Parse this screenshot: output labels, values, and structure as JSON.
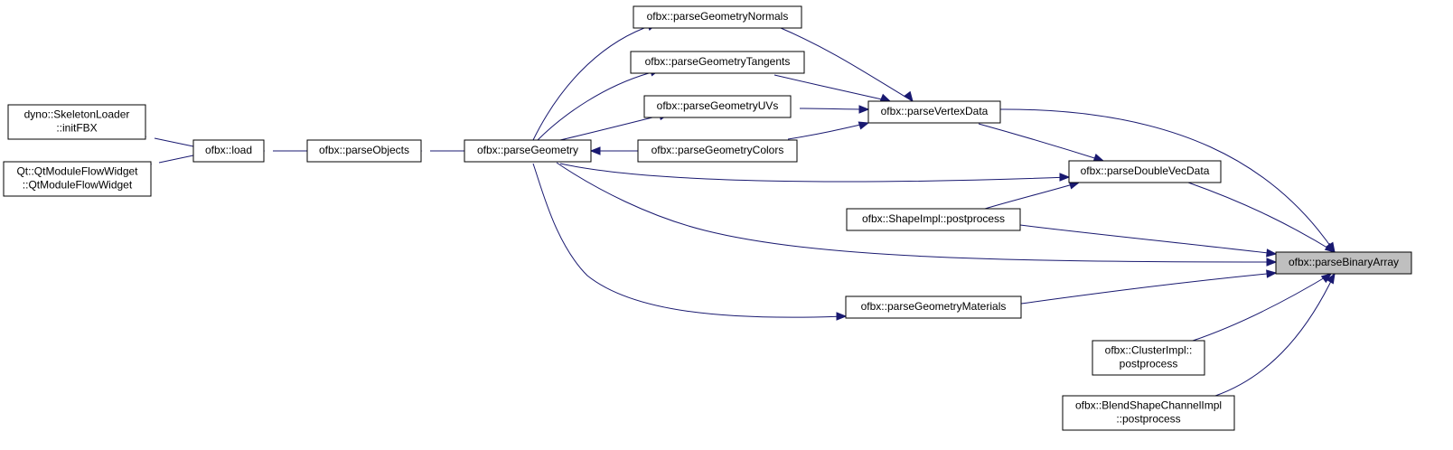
{
  "graph": {
    "focus_node": "ofbx::parseBinaryArray",
    "colors": {
      "edge": "#191970",
      "node_border": "#000000",
      "node_fill": "#ffffff",
      "focus_fill": "#bfbfbf"
    },
    "nodes": [
      {
        "id": "skeletonloader",
        "lines": [
          "dyno::SkeletonLoader",
          "::initFBX"
        ]
      },
      {
        "id": "qtmoduleflowwidget",
        "lines": [
          "Qt::QtModuleFlowWidget",
          "::QtModuleFlowWidget"
        ]
      },
      {
        "id": "load",
        "lines": [
          "ofbx::load"
        ]
      },
      {
        "id": "parseobjects",
        "lines": [
          "ofbx::parseObjects"
        ]
      },
      {
        "id": "parsegeometry",
        "lines": [
          "ofbx::parseGeometry"
        ]
      },
      {
        "id": "parsegeometrynormals",
        "lines": [
          "ofbx::parseGeometryNormals"
        ]
      },
      {
        "id": "parsegeometrytangents",
        "lines": [
          "ofbx::parseGeometryTangents"
        ]
      },
      {
        "id": "parsegeometryuvs",
        "lines": [
          "ofbx::parseGeometryUVs"
        ]
      },
      {
        "id": "parsegeometrycolors",
        "lines": [
          "ofbx::parseGeometryColors"
        ]
      },
      {
        "id": "parsevertexdata",
        "lines": [
          "ofbx::parseVertexData"
        ]
      },
      {
        "id": "parsedoublevecdata",
        "lines": [
          "ofbx::parseDoubleVecData"
        ]
      },
      {
        "id": "shapeimpl",
        "lines": [
          "ofbx::ShapeImpl::postprocess"
        ]
      },
      {
        "id": "parsegeometrymaterials",
        "lines": [
          "ofbx::parseGeometryMaterials"
        ]
      },
      {
        "id": "parsebinaryarray",
        "lines": [
          "ofbx::parseBinaryArray"
        ]
      },
      {
        "id": "clusterimpl",
        "lines": [
          "ofbx::ClusterImpl::",
          "postprocess"
        ]
      },
      {
        "id": "blendshapechannelimpl",
        "lines": [
          "ofbx::BlendShapeChannelImpl",
          "::postprocess"
        ]
      }
    ],
    "edges": [
      {
        "from": "load",
        "to": "skeletonloader"
      },
      {
        "from": "load",
        "to": "qtmoduleflowwidget"
      },
      {
        "from": "parseobjects",
        "to": "load"
      },
      {
        "from": "parsegeometry",
        "to": "parseobjects"
      },
      {
        "from": "parsegeometrynormals",
        "to": "parsegeometry"
      },
      {
        "from": "parsegeometrytangents",
        "to": "parsegeometry"
      },
      {
        "from": "parsegeometryuvs",
        "to": "parsegeometry"
      },
      {
        "from": "parsegeometrycolors",
        "to": "parsegeometry"
      },
      {
        "from": "parsevertexdata",
        "to": "parsegeometrynormals"
      },
      {
        "from": "parsevertexdata",
        "to": "parsegeometrytangents"
      },
      {
        "from": "parsevertexdata",
        "to": "parsegeometryuvs"
      },
      {
        "from": "parsevertexdata",
        "to": "parsegeometrycolors"
      },
      {
        "from": "parsedoublevecdata",
        "to": "parsevertexdata"
      },
      {
        "from": "parsedoublevecdata",
        "to": "parsegeometry"
      },
      {
        "from": "parsedoublevecdata",
        "to": "shapeimpl"
      },
      {
        "from": "parsebinaryarray",
        "to": "parsevertexdata"
      },
      {
        "from": "parsebinaryarray",
        "to": "parsedoublevecdata"
      },
      {
        "from": "parsebinaryarray",
        "to": "shapeimpl"
      },
      {
        "from": "parsebinaryarray",
        "to": "parsegeometry"
      },
      {
        "from": "parsebinaryarray",
        "to": "parsegeometrymaterials"
      },
      {
        "from": "parsebinaryarray",
        "to": "clusterimpl"
      },
      {
        "from": "parsebinaryarray",
        "to": "blendshapechannelimpl"
      },
      {
        "from": "parsegeometrymaterials",
        "to": "parsegeometry"
      }
    ]
  }
}
